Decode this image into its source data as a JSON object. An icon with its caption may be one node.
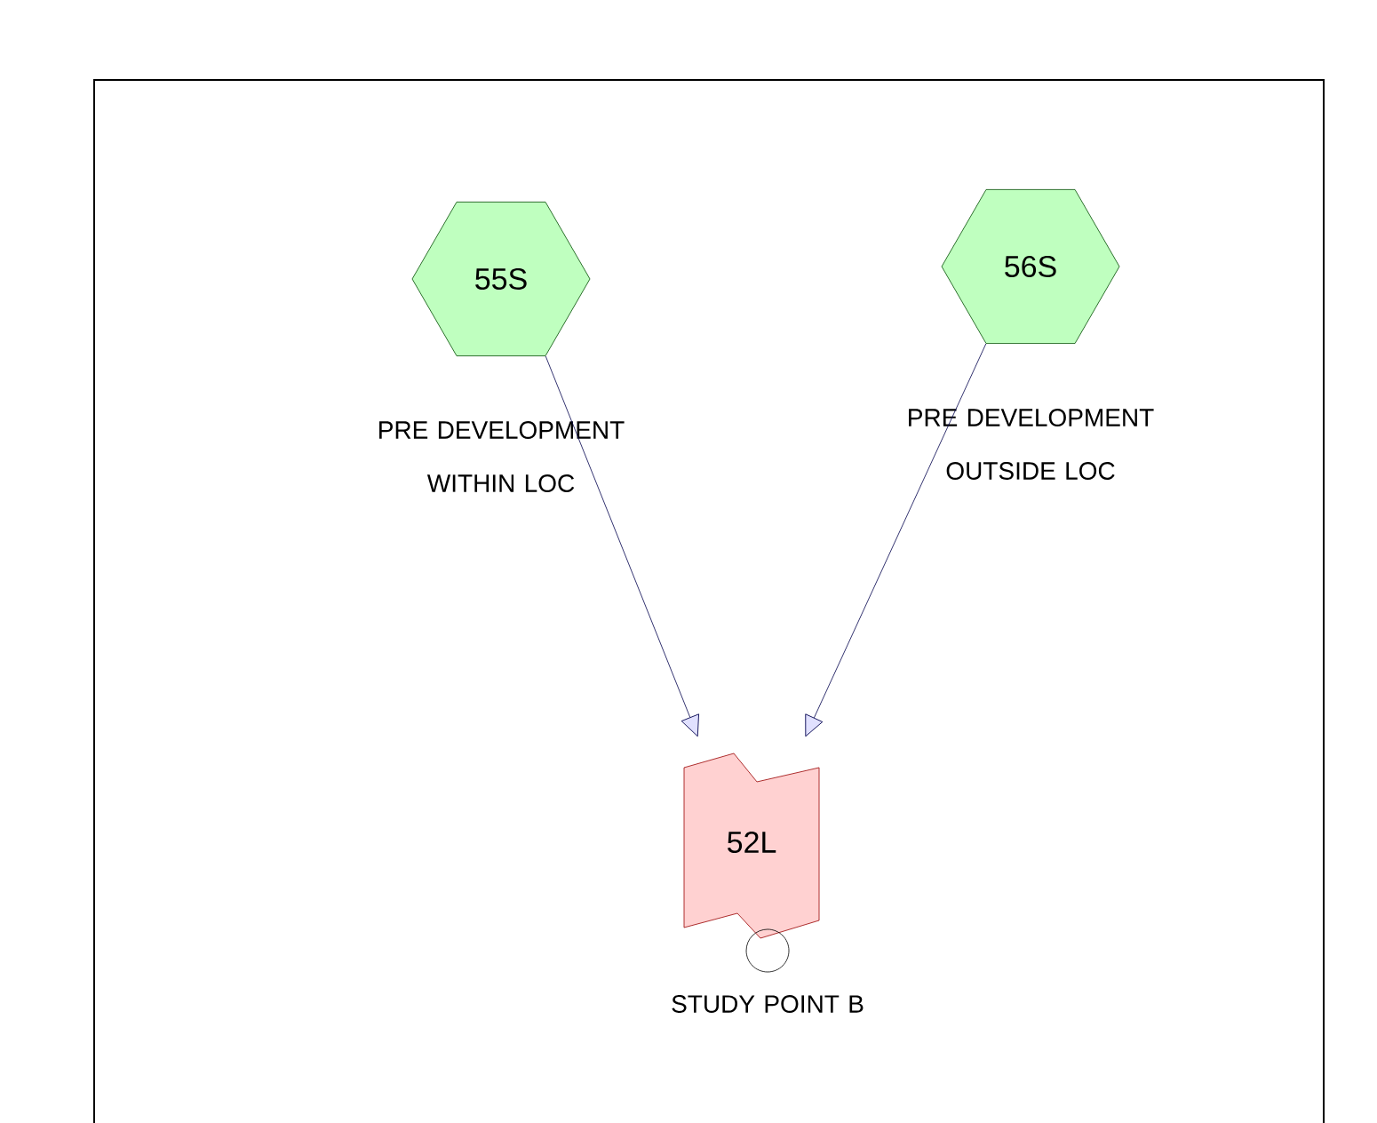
{
  "diagram": {
    "nodes": [
      {
        "text": [
          "55S"
        ],
        "beside": [
          "PRE DEVELOPMENT WITHIN LOC"
        ]
      },
      {
        "text": [
          "56S"
        ],
        "beside": [
          "PRE DEVELOPMENT OUTSIDE LOC"
        ]
      },
      {
        "text": [
          "52L"
        ],
        "beside": [
          "STUDY POINT B"
        ]
      }
    ],
    "edges": [
      {
        "from": 0,
        "to": 2,
        "arrow": "to"
      },
      {
        "from": 1,
        "to": 2,
        "arrow": "to"
      }
    ]
  }
}
